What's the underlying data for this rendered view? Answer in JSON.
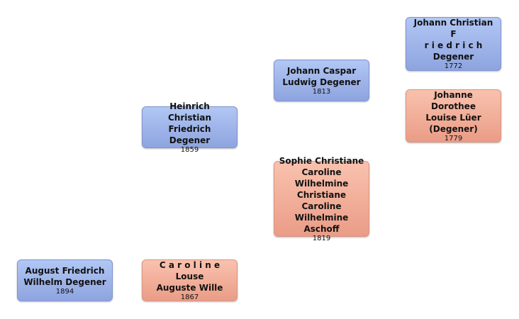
{
  "persons": {
    "august": {
      "name": "August Friedrich\nWilhelm Degener",
      "year": "1894"
    },
    "caroline": {
      "name": "C a r o l i n e Louse\nAuguste Wille",
      "year": "1867"
    },
    "heinrich": {
      "name": "Heinrich Christian\nFriedrich Degener",
      "year": "1859"
    },
    "johann_caspar": {
      "name": "Johann Caspar\nLudwig Degener",
      "year": "1813"
    },
    "sophie": {
      "name": "Sophie Christiane\nCaroline\nWilhelmine\nChristiane Caroline\nWilhelmine Aschoff",
      "year": "1819"
    },
    "johann_christian": {
      "name": "Johann Christian F\nr i e d r i c h\nDegener",
      "year": "1772"
    },
    "johanne": {
      "name": "Johanne Dorothee\nLouise Lüer\n(Degener)",
      "year": "1779"
    }
  },
  "colors": {
    "male_top": "#b1c7f4",
    "male_bottom": "#8ea4df",
    "female_top": "#f9c2ae",
    "female_bottom": "#ea9c86"
  }
}
